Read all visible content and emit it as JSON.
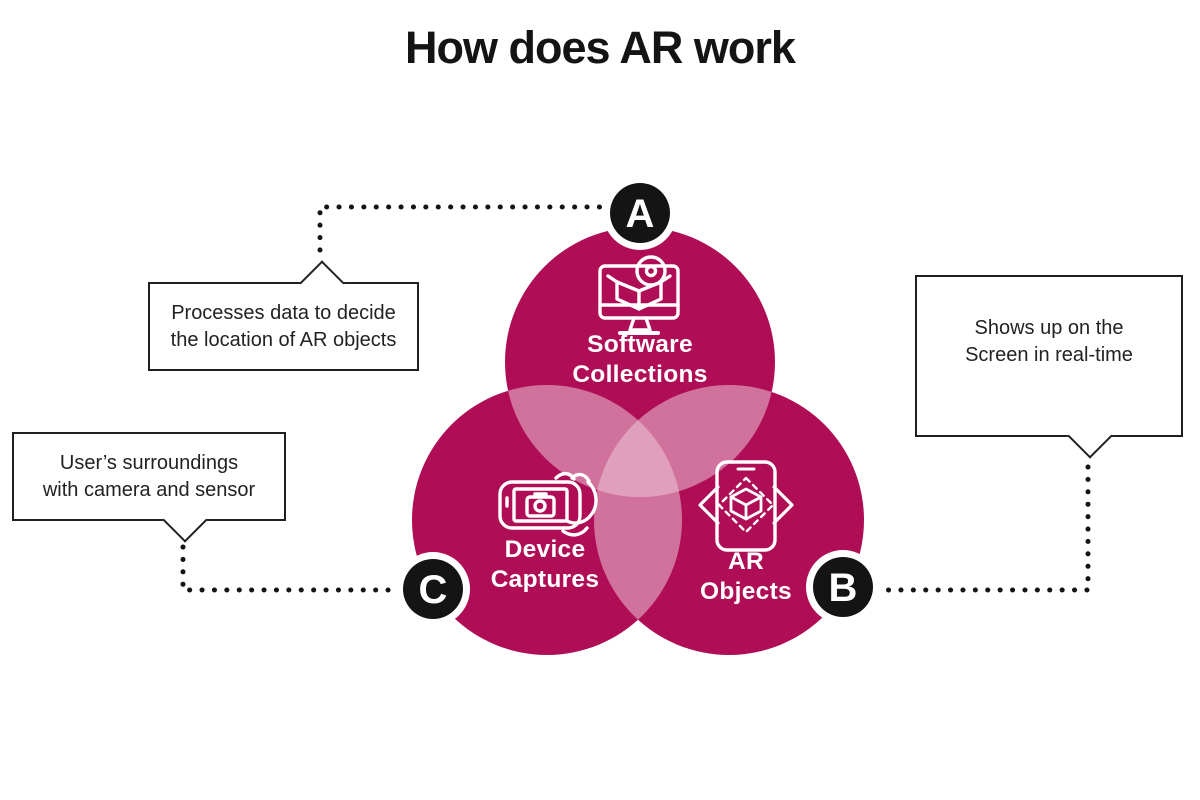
{
  "title": "How does AR work",
  "colors": {
    "primary_magenta": "#AF0D55",
    "overlap_two": "#CC79A1",
    "overlap_three": "#E0A1BD",
    "badge_black": "#141414",
    "callout_border": "#1f1f1f",
    "text_dark": "#222222",
    "white": "#FFFFFF"
  },
  "venn": {
    "circles": [
      {
        "id": "top",
        "badge": "A",
        "label": "Software\nCollections",
        "icon": "software-monitor-icon"
      },
      {
        "id": "bottom-left",
        "badge": "C",
        "label": "Device\nCaptures",
        "icon": "device-camera-icon"
      },
      {
        "id": "bottom-right",
        "badge": "B",
        "label": "AR\nObjects",
        "icon": "ar-phone-icon"
      }
    ]
  },
  "callouts": [
    {
      "id": "processes",
      "connects_to": "A",
      "text": "Processes data to decide\nthe location of AR objects"
    },
    {
      "id": "surroundings",
      "connects_to": "C",
      "text": "User’s surroundings\nwith camera and sensor"
    },
    {
      "id": "realtime",
      "connects_to": "B",
      "text": "Shows up on the\nScreen in real-time"
    }
  ]
}
